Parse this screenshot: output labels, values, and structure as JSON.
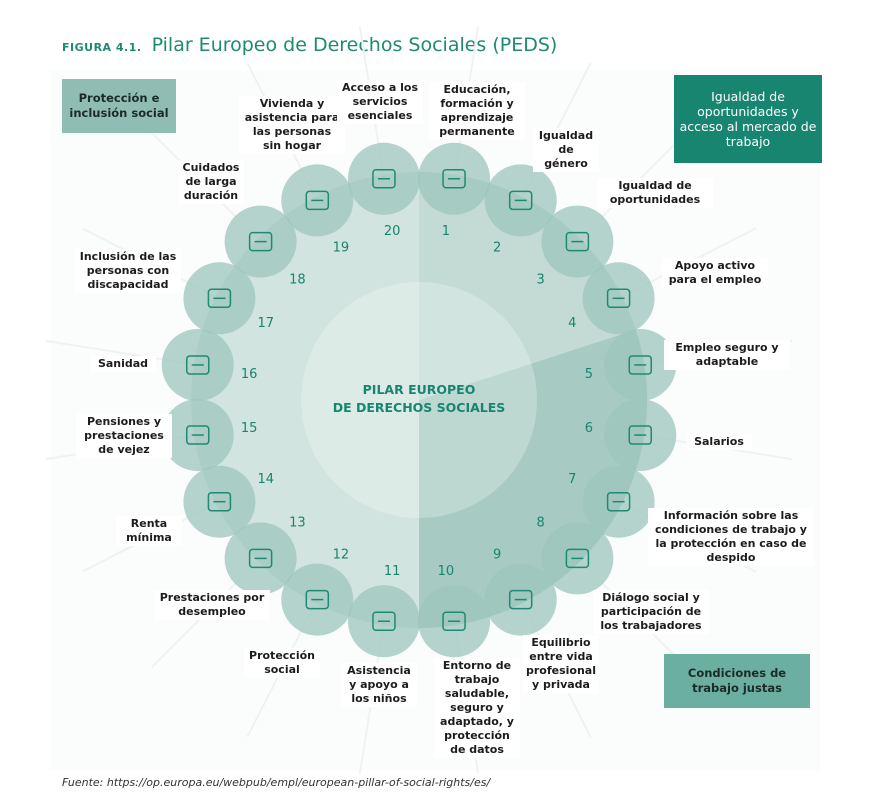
{
  "figure": {
    "label": "FIGURA 4.1.",
    "title": "Pilar Europeo de Derechos Sociales (PEDS)"
  },
  "center": {
    "line1": "PILAR EUROPEO",
    "line2": "DE DERECHOS SOCIALES"
  },
  "categories": {
    "protection": "Protección e inclusión social",
    "equal_opportunities": "Igualdad de oportunidades y acceso al mercado de trabajo",
    "fair_conditions": "Condiciones de trabajo justas"
  },
  "colors": {
    "accent": "#17856f",
    "title": "#1f8a73",
    "sector_light": "#d2e4df",
    "sector_mid": "#c3dbd4",
    "sector_dark": "#a7cbc2",
    "inner_circle": "#dbe9e5",
    "bubble": "#9cc6bc",
    "icon_stroke": "#1f8a73"
  },
  "principles": [
    {
      "n": "1",
      "label": "Educación, formación y aprendizaje permanente",
      "icon": "graduation-cap-icon"
    },
    {
      "n": "2",
      "label": "Igualdad de género",
      "icon": "gender-equality-icon"
    },
    {
      "n": "3",
      "label": "Igualdad de oportunidades",
      "icon": "helping-hand-icon"
    },
    {
      "n": "4",
      "label": "Apoyo activo para el empleo",
      "icon": "hand-briefcase-icon"
    },
    {
      "n": "5",
      "label": "Empleo seguro y adaptable",
      "icon": "puzzle-icon"
    },
    {
      "n": "6",
      "label": "Salarios",
      "icon": "coins-icon"
    },
    {
      "n": "7",
      "label": "Información sobre las condiciones de trabajo y la protección en caso de despido",
      "icon": "info-bubble-icon"
    },
    {
      "n": "8",
      "label": "Diálogo social y participación de los trabajadores",
      "icon": "chat-bubbles-icon"
    },
    {
      "n": "9",
      "label": "Equilibrio entre vida profesional y privada",
      "icon": "work-life-icon"
    },
    {
      "n": "10",
      "label": "Entorno de trabajo saludable, seguro y adaptado, y protección de datos",
      "icon": "shield-check-icon"
    },
    {
      "n": "11",
      "label": "Asistencia y apoyo a los niños",
      "icon": "parent-child-icon"
    },
    {
      "n": "12",
      "label": "Protección social",
      "icon": "umbrella-family-icon"
    },
    {
      "n": "13",
      "label": "Prestaciones por desempleo",
      "icon": "wallet-euro-icon"
    },
    {
      "n": "14",
      "label": "Renta mínima",
      "icon": "hand-arrow-icon"
    },
    {
      "n": "15",
      "label": "Pensiones y prestaciones de vejez",
      "icon": "document-glasses-icon"
    },
    {
      "n": "16",
      "label": "Sanidad",
      "icon": "medical-kit-icon"
    },
    {
      "n": "17",
      "label": "Inclusión de las personas con discapacidad",
      "icon": "wheelchair-icon"
    },
    {
      "n": "18",
      "label": "Cuidados de larga duración",
      "icon": "elderly-walker-icon"
    },
    {
      "n": "19",
      "label": "Vivienda y asistencia para las personas sin hogar",
      "icon": "house-bed-icon"
    },
    {
      "n": "20",
      "label": "Acceso a los servicios esenciales",
      "icon": "power-plug-icon"
    }
  ],
  "source": "Fuente: https://op.europa.eu/webpub/empl/european-pillar-of-social-rights/es/"
}
